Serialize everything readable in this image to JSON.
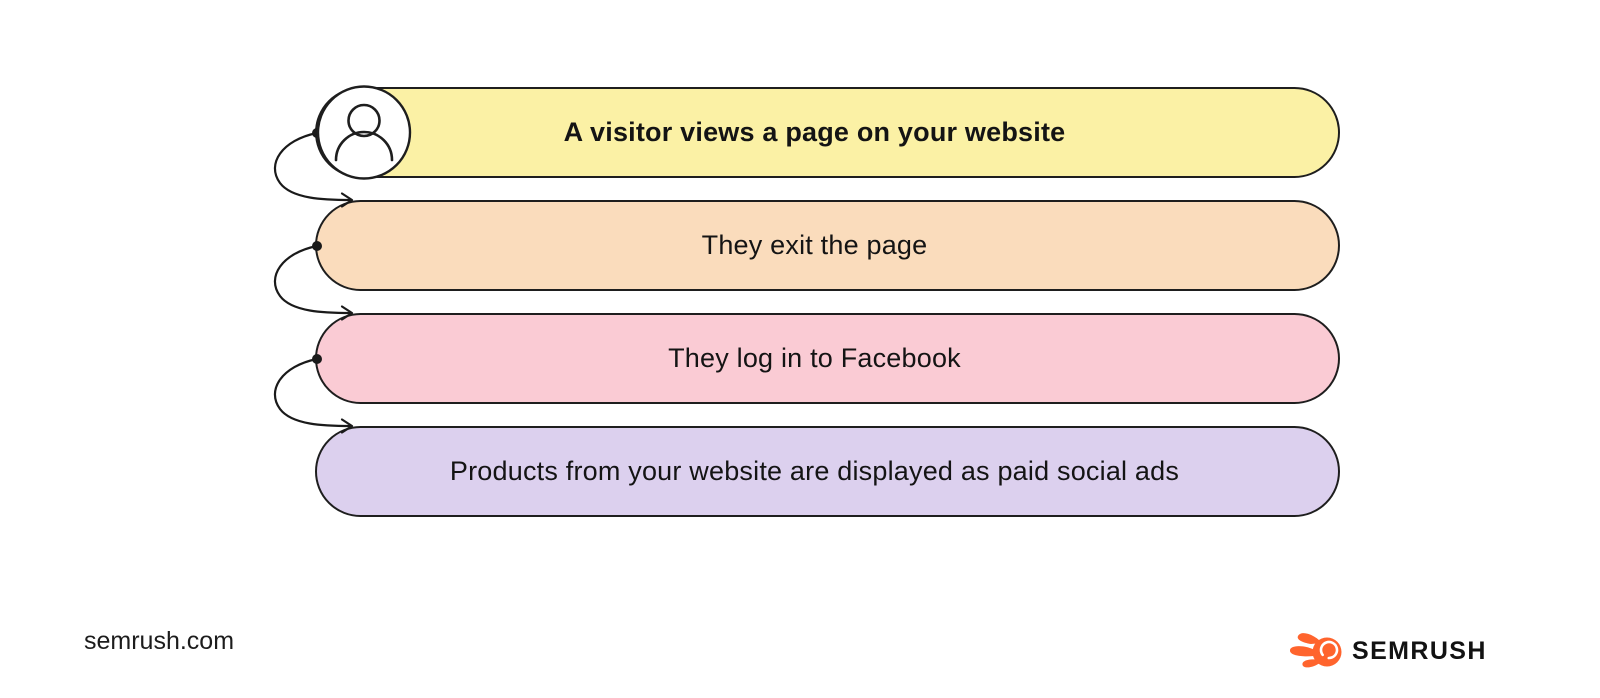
{
  "diagram": {
    "title_implied": "Facebook retargeting flow",
    "steps": [
      {
        "label": "A visitor views a page on your website",
        "color": "#FBF1A5",
        "emphasized": true
      },
      {
        "label": "They exit the page",
        "color": "#FADCBC",
        "emphasized": false
      },
      {
        "label": "They log in to Facebook",
        "color": "#FACBD4",
        "emphasized": false
      },
      {
        "label": "Products from your website are displayed as paid social ads",
        "color": "#DCD0EE",
        "emphasized": false
      }
    ],
    "outline_color": "#1e1e1e",
    "connector_color": "#1a1a1a"
  },
  "icons": {
    "visitor": "user-icon",
    "logo": "semrush-fireball-icon",
    "connector": "curved-arrow-down"
  },
  "footer": {
    "site": "semrush.com",
    "brand": "SEMRUSH",
    "brand_color": "#FF642D"
  }
}
